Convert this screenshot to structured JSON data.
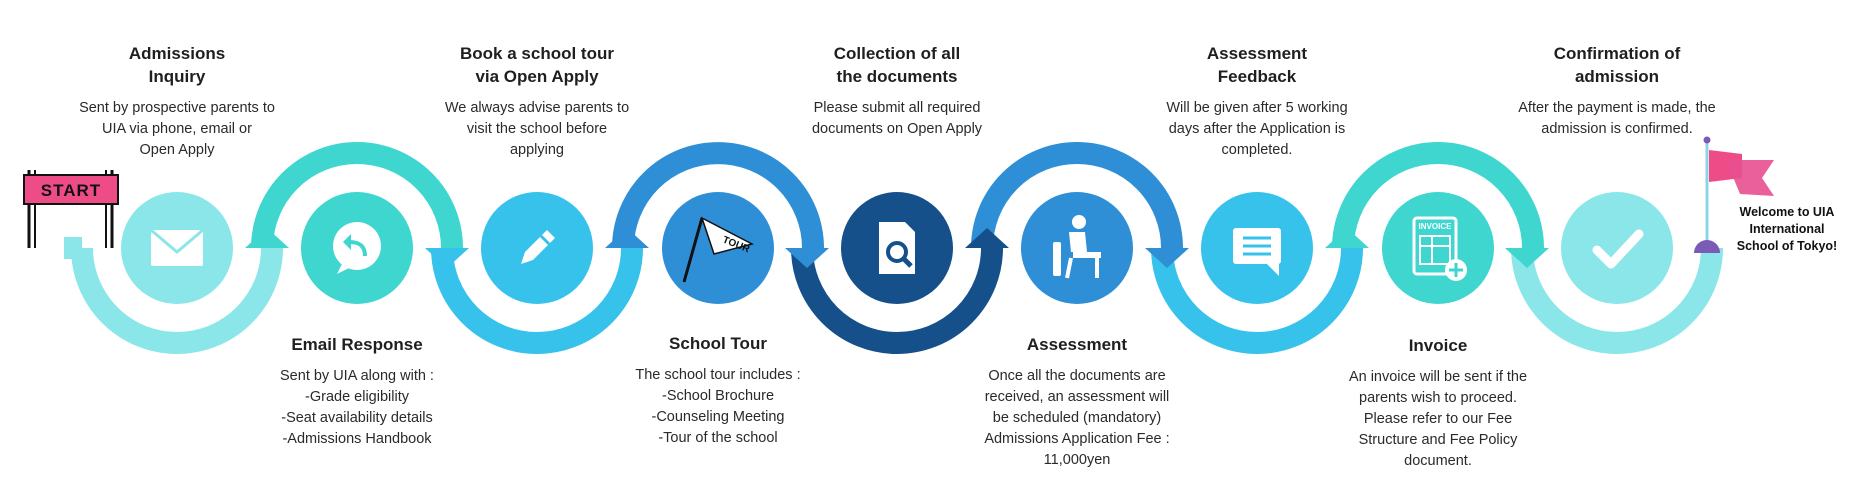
{
  "colors": {
    "light_cyan": "#8ae6e8",
    "teal": "#3fd6d0",
    "sky": "#36c2ea",
    "blue": "#2f8fd6",
    "navy": "#16508a",
    "start_pink": "#ee4c86",
    "flag_pink": "#ee4c86",
    "pole_blue": "#8fd3ea",
    "knob_purple": "#7b5bb6"
  },
  "start_sign": {
    "label": "START"
  },
  "steps": [
    {
      "title": "Admissions\nInquiry",
      "description": "Sent by prospective parents to\nUIA via phone, email or\nOpen Apply",
      "icon": "envelope-icon"
    },
    {
      "title": "Email Response",
      "description": "Sent by UIA along with :\n-Grade eligibility\n-Seat availability details\n-Admissions Handbook",
      "icon": "reply-chat-icon"
    },
    {
      "title": "Book a school tour\nvia Open Apply",
      "description": "We always advise parents to\nvisit the school before\napplying",
      "icon": "pencil-icon"
    },
    {
      "title": "School Tour",
      "description": "The school tour includes :\n-School Brochure\n-Counseling Meeting\n-Tour of the school",
      "icon": "tour-flag-icon",
      "icon_text": "TOUR"
    },
    {
      "title": "Collection of all\nthe documents",
      "description": "Please submit all required\ndocuments on Open Apply",
      "icon": "document-search-icon"
    },
    {
      "title": "Assessment",
      "description": "Once all the documents are\nreceived, an assessment will\nbe scheduled (mandatory)\nAdmissions Application Fee :\n11,000yen",
      "icon": "student-desk-icon"
    },
    {
      "title": "Assessment\nFeedback",
      "description": "Will be given after 5 working\ndays after the Application is\ncompleted.",
      "icon": "message-icon"
    },
    {
      "title": "Invoice",
      "description": "An invoice will be sent if the\nparents wish to proceed.\nPlease refer to our Fee\nStructure and Fee Policy\ndocument.",
      "icon": "invoice-icon",
      "icon_text": "INVOICE"
    },
    {
      "title": "Confirmation of\nadmission",
      "description": "After the payment is made, the\nadmission is confirmed.",
      "icon": "checkmark-icon"
    }
  ],
  "finish": {
    "text": "Welcome to UIA\nInternational\nSchool of Tokyo!"
  }
}
